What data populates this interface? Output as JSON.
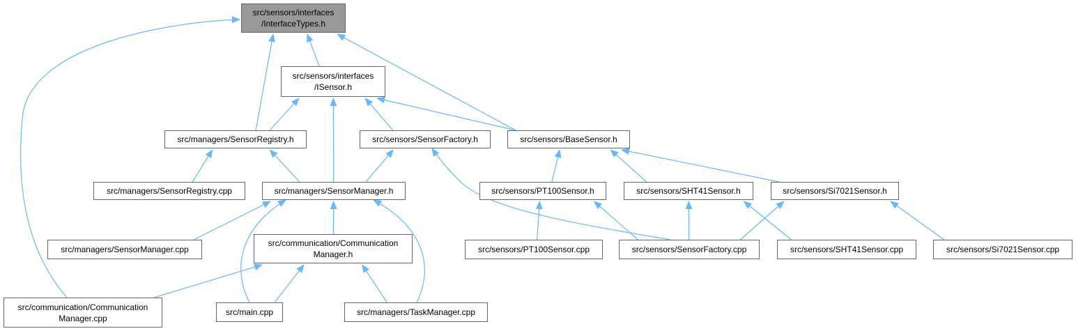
{
  "graph": {
    "edge_color": "#63b8ff",
    "node_fill": "#ffffff",
    "root_fill": "#999999",
    "border_color": "#666666",
    "nodes": [
      {
        "id": "interface-types-h",
        "lines": [
          "src/sensors/interfaces",
          "/InterfaceTypes.h"
        ],
        "root": true
      },
      {
        "id": "isensor-h",
        "lines": [
          "src/sensors/interfaces",
          "/ISensor.h"
        ]
      },
      {
        "id": "sensor-registry-h",
        "lines": [
          "src/managers/SensorRegistry.h"
        ]
      },
      {
        "id": "sensor-factory-h",
        "lines": [
          "src/sensors/SensorFactory.h"
        ]
      },
      {
        "id": "base-sensor-h",
        "lines": [
          "src/sensors/BaseSensor.h"
        ]
      },
      {
        "id": "sensor-registry-cpp",
        "lines": [
          "src/managers/SensorRegistry.cpp"
        ]
      },
      {
        "id": "sensor-manager-h",
        "lines": [
          "src/managers/SensorManager.h"
        ]
      },
      {
        "id": "pt100-sensor-h",
        "lines": [
          "src/sensors/PT100Sensor.h"
        ]
      },
      {
        "id": "sht41-sensor-h",
        "lines": [
          "src/sensors/SHT41Sensor.h"
        ]
      },
      {
        "id": "si7021-sensor-h",
        "lines": [
          "src/sensors/Si7021Sensor.h"
        ]
      },
      {
        "id": "sensor-manager-cpp",
        "lines": [
          "src/managers/SensorManager.cpp"
        ]
      },
      {
        "id": "communication-manager-h",
        "lines": [
          "src/communication/Communication",
          "Manager.h"
        ]
      },
      {
        "id": "pt100-sensor-cpp",
        "lines": [
          "src/sensors/PT100Sensor.cpp"
        ]
      },
      {
        "id": "sensor-factory-cpp",
        "lines": [
          "src/sensors/SensorFactory.cpp"
        ]
      },
      {
        "id": "sht41-sensor-cpp",
        "lines": [
          "src/sensors/SHT41Sensor.cpp"
        ]
      },
      {
        "id": "si7021-sensor-cpp",
        "lines": [
          "src/sensors/Si7021Sensor.cpp"
        ]
      },
      {
        "id": "communication-manager-cpp",
        "lines": [
          "src/communication/Communication",
          "Manager.cpp"
        ]
      },
      {
        "id": "main-cpp",
        "lines": [
          "src/main.cpp"
        ]
      },
      {
        "id": "task-manager-cpp",
        "lines": [
          "src/managers/TaskManager.cpp"
        ]
      }
    ],
    "edges": [
      {
        "from": "isensor-h",
        "to": "interface-types-h"
      },
      {
        "from": "sensor-registry-h",
        "to": "interface-types-h"
      },
      {
        "from": "base-sensor-h",
        "to": "interface-types-h"
      },
      {
        "from": "communication-manager-cpp",
        "to": "interface-types-h"
      },
      {
        "from": "sensor-registry-h",
        "to": "isensor-h"
      },
      {
        "from": "sensor-manager-h",
        "to": "isensor-h"
      },
      {
        "from": "sensor-factory-h",
        "to": "isensor-h"
      },
      {
        "from": "base-sensor-h",
        "to": "isensor-h"
      },
      {
        "from": "sensor-registry-cpp",
        "to": "sensor-registry-h"
      },
      {
        "from": "sensor-manager-h",
        "to": "sensor-registry-h"
      },
      {
        "from": "sensor-manager-h",
        "to": "sensor-factory-h"
      },
      {
        "from": "sensor-factory-cpp",
        "to": "sensor-factory-h"
      },
      {
        "from": "pt100-sensor-h",
        "to": "base-sensor-h"
      },
      {
        "from": "sht41-sensor-h",
        "to": "base-sensor-h"
      },
      {
        "from": "si7021-sensor-h",
        "to": "base-sensor-h"
      },
      {
        "from": "sensor-manager-cpp",
        "to": "sensor-manager-h"
      },
      {
        "from": "communication-manager-h",
        "to": "sensor-manager-h"
      },
      {
        "from": "main-cpp",
        "to": "sensor-manager-h"
      },
      {
        "from": "task-manager-cpp",
        "to": "sensor-manager-h"
      },
      {
        "from": "pt100-sensor-cpp",
        "to": "pt100-sensor-h"
      },
      {
        "from": "sensor-factory-cpp",
        "to": "pt100-sensor-h"
      },
      {
        "from": "sensor-factory-cpp",
        "to": "sht41-sensor-h"
      },
      {
        "from": "sht41-sensor-cpp",
        "to": "sht41-sensor-h"
      },
      {
        "from": "sensor-factory-cpp",
        "to": "si7021-sensor-h"
      },
      {
        "from": "si7021-sensor-cpp",
        "to": "si7021-sensor-h"
      },
      {
        "from": "communication-manager-cpp",
        "to": "communication-manager-h"
      },
      {
        "from": "main-cpp",
        "to": "communication-manager-h"
      },
      {
        "from": "task-manager-cpp",
        "to": "communication-manager-h"
      }
    ]
  }
}
